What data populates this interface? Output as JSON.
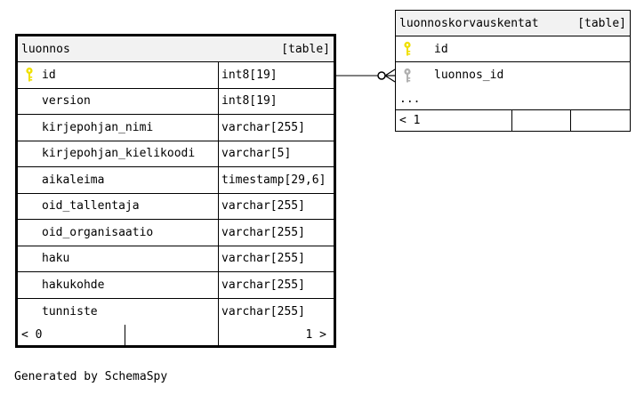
{
  "main_table": {
    "name": "luonnos",
    "tag": "[table]",
    "columns": [
      {
        "name": "id",
        "type": "int8[19]"
      },
      {
        "name": "version",
        "type": "int8[19]"
      },
      {
        "name": "kirjepohjan_nimi",
        "type": "varchar[255]"
      },
      {
        "name": "kirjepohjan_kielikoodi",
        "type": "varchar[5]"
      },
      {
        "name": "aikaleima",
        "type": "timestamp[29,6]"
      },
      {
        "name": "oid_tallentaja",
        "type": "varchar[255]"
      },
      {
        "name": "oid_organisaatio",
        "type": "varchar[255]"
      },
      {
        "name": "haku",
        "type": "varchar[255]"
      },
      {
        "name": "hakukohde",
        "type": "varchar[255]"
      },
      {
        "name": "tunniste",
        "type": "varchar[255]"
      }
    ],
    "footer": {
      "parents": "< 0",
      "children": "1 >"
    }
  },
  "child_table": {
    "name": "luonnoskorvauskentat",
    "tag": "[table]",
    "columns": [
      {
        "name": "id"
      },
      {
        "name": "luonnos_id"
      }
    ],
    "ellipsis": "...",
    "footer": {
      "parents": "< 1"
    }
  },
  "icons": {
    "primary_key": "key-icon-yellow",
    "foreign_key": "key-icon-gray"
  },
  "colors": {
    "primary_key": "#f0e000",
    "foreign_key": "#b0b0b0",
    "header_bg": "#f2f2f2"
  },
  "footer_note": "Generated by SchemaSpy"
}
